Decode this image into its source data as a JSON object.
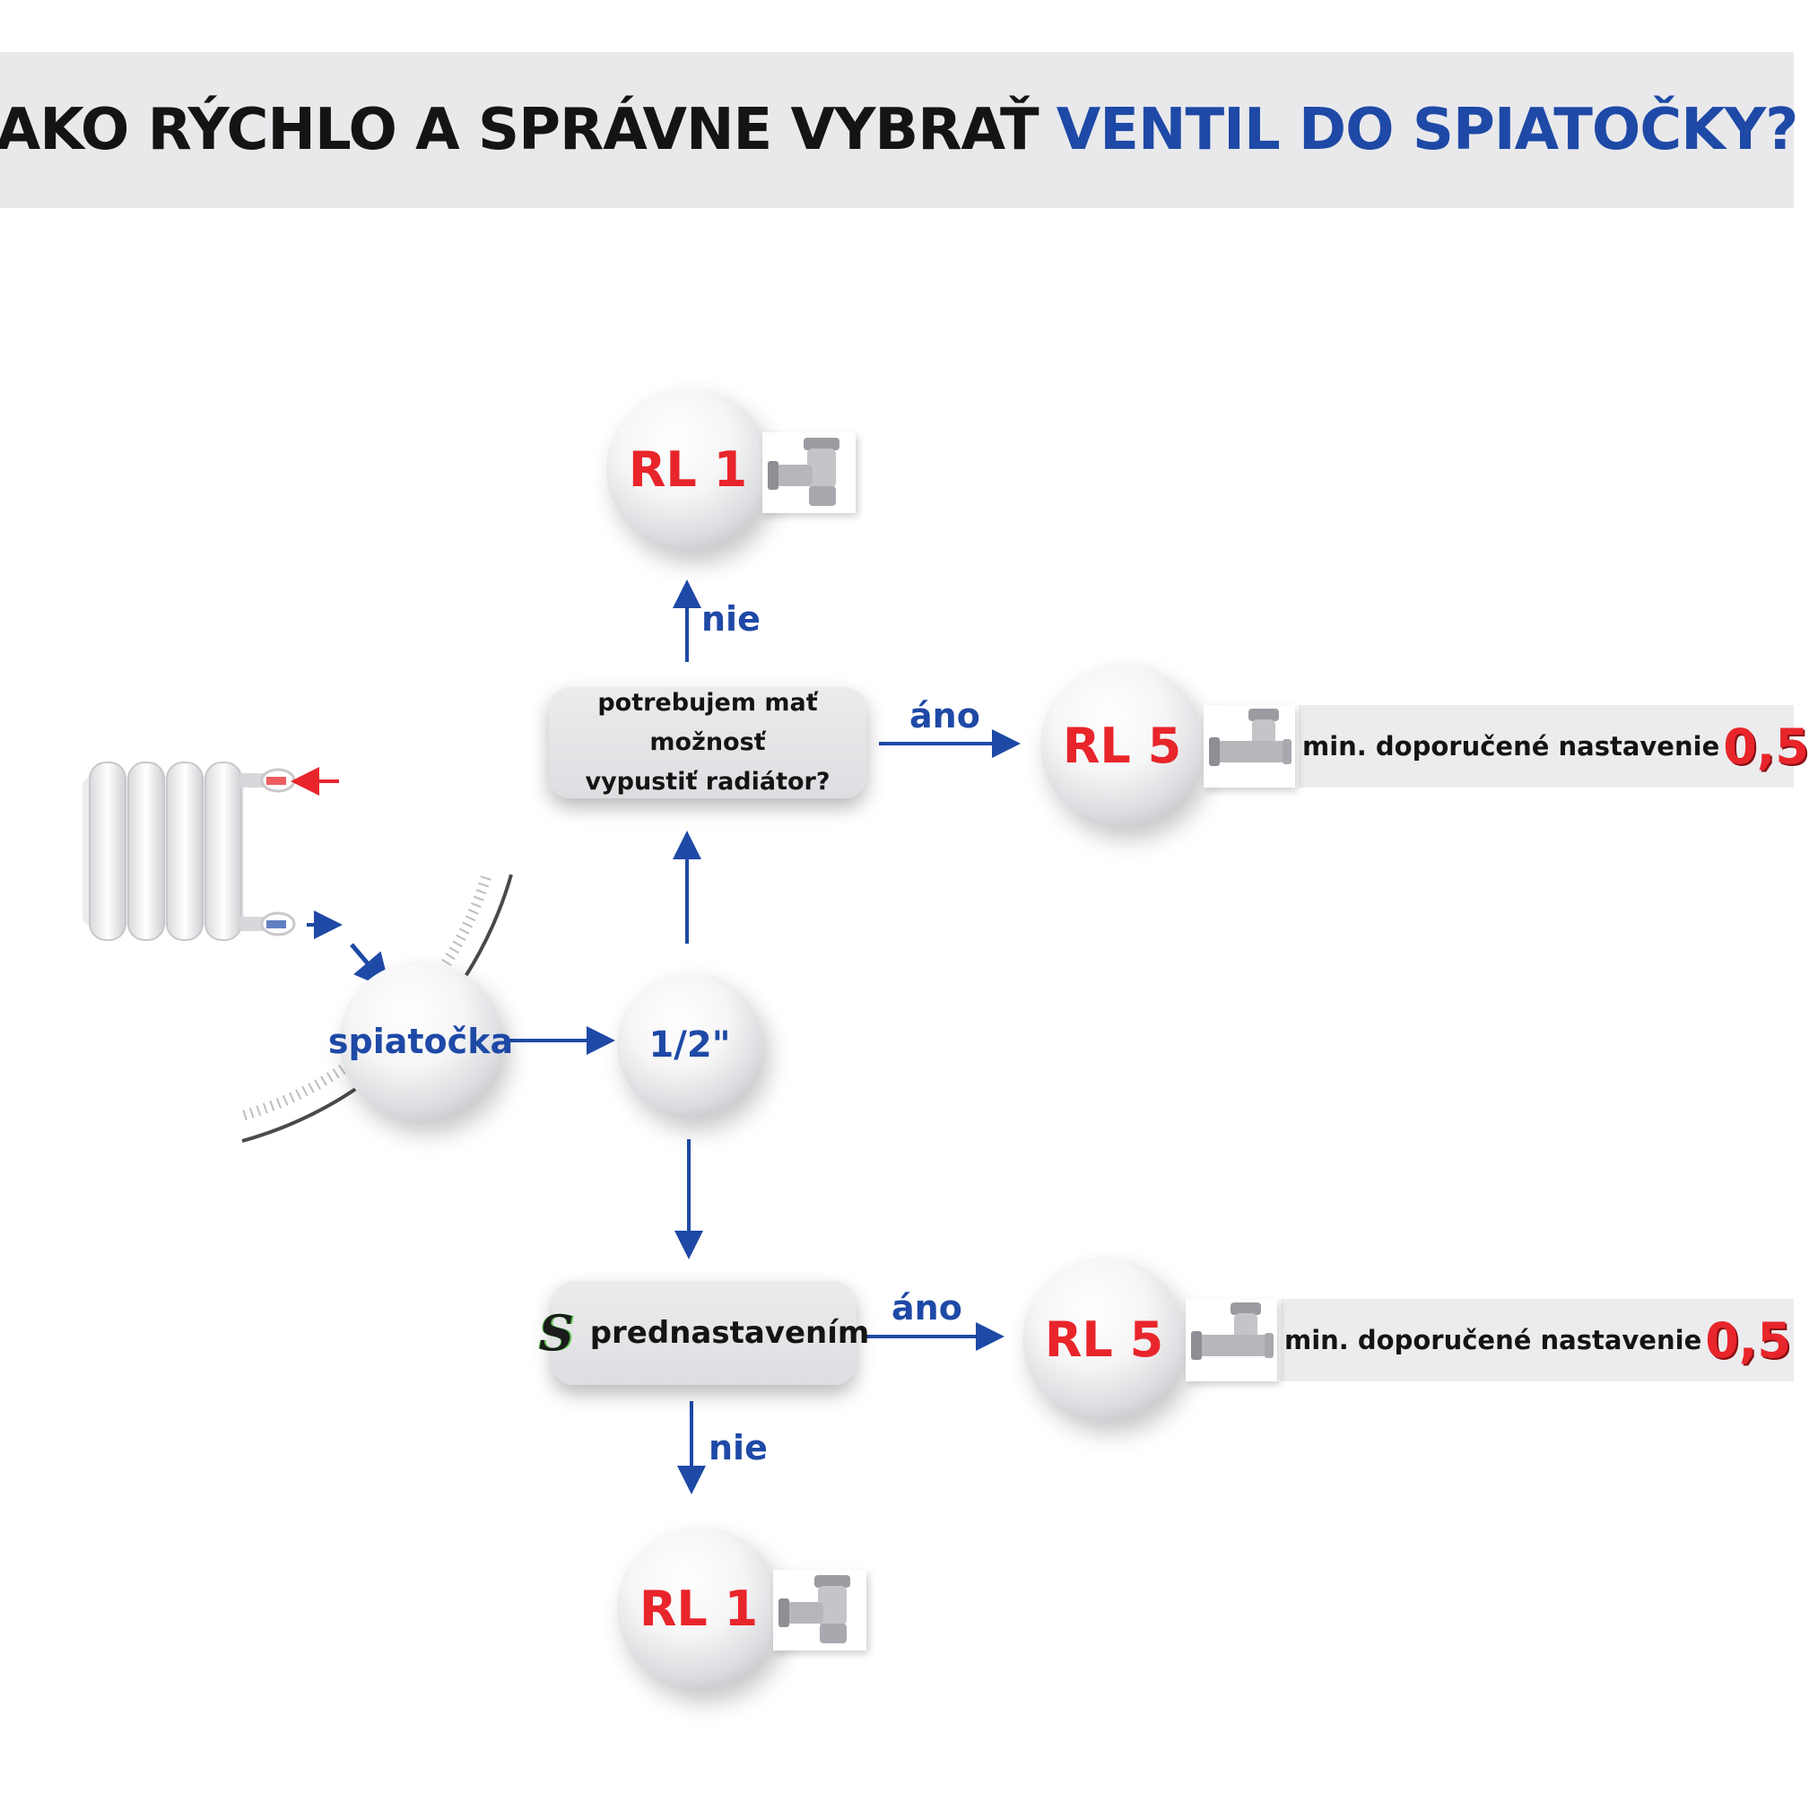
{
  "title": {
    "part1": "AKO RÝCHLO A SPRÁVNE VYBRAŤ",
    "part2": "VENTIL DO SPIATOČKY?"
  },
  "colors": {
    "blue": "#1e49a6",
    "red": "#e8252b",
    "banner": "#e9e9ec"
  },
  "nodes": {
    "spiatocka": "spiatočka",
    "size": "1/2\"",
    "question_drain_line1": "potrebujem mať možnosť",
    "question_drain_line2": "vypustiť radiátor?",
    "question_preset": "prednastavením",
    "preset_logo": "S",
    "rl1_top": "RL 1",
    "rl5_top": "RL 5",
    "rl5_bottom": "RL 5",
    "rl1_bottom": "RL 1"
  },
  "edges": {
    "top_no": "nie",
    "top_yes": "áno",
    "bottom_yes": "áno",
    "bottom_no": "nie"
  },
  "settings": {
    "label": "min. doporučené nastavenie",
    "value_top": "0,5",
    "value_bottom": "0,5"
  },
  "icons": {
    "radiator": "radiator-icon",
    "valve_angle": "angle-valve-icon",
    "valve_straight": "straight-valve-icon",
    "dial": "dial-gauge-icon"
  }
}
